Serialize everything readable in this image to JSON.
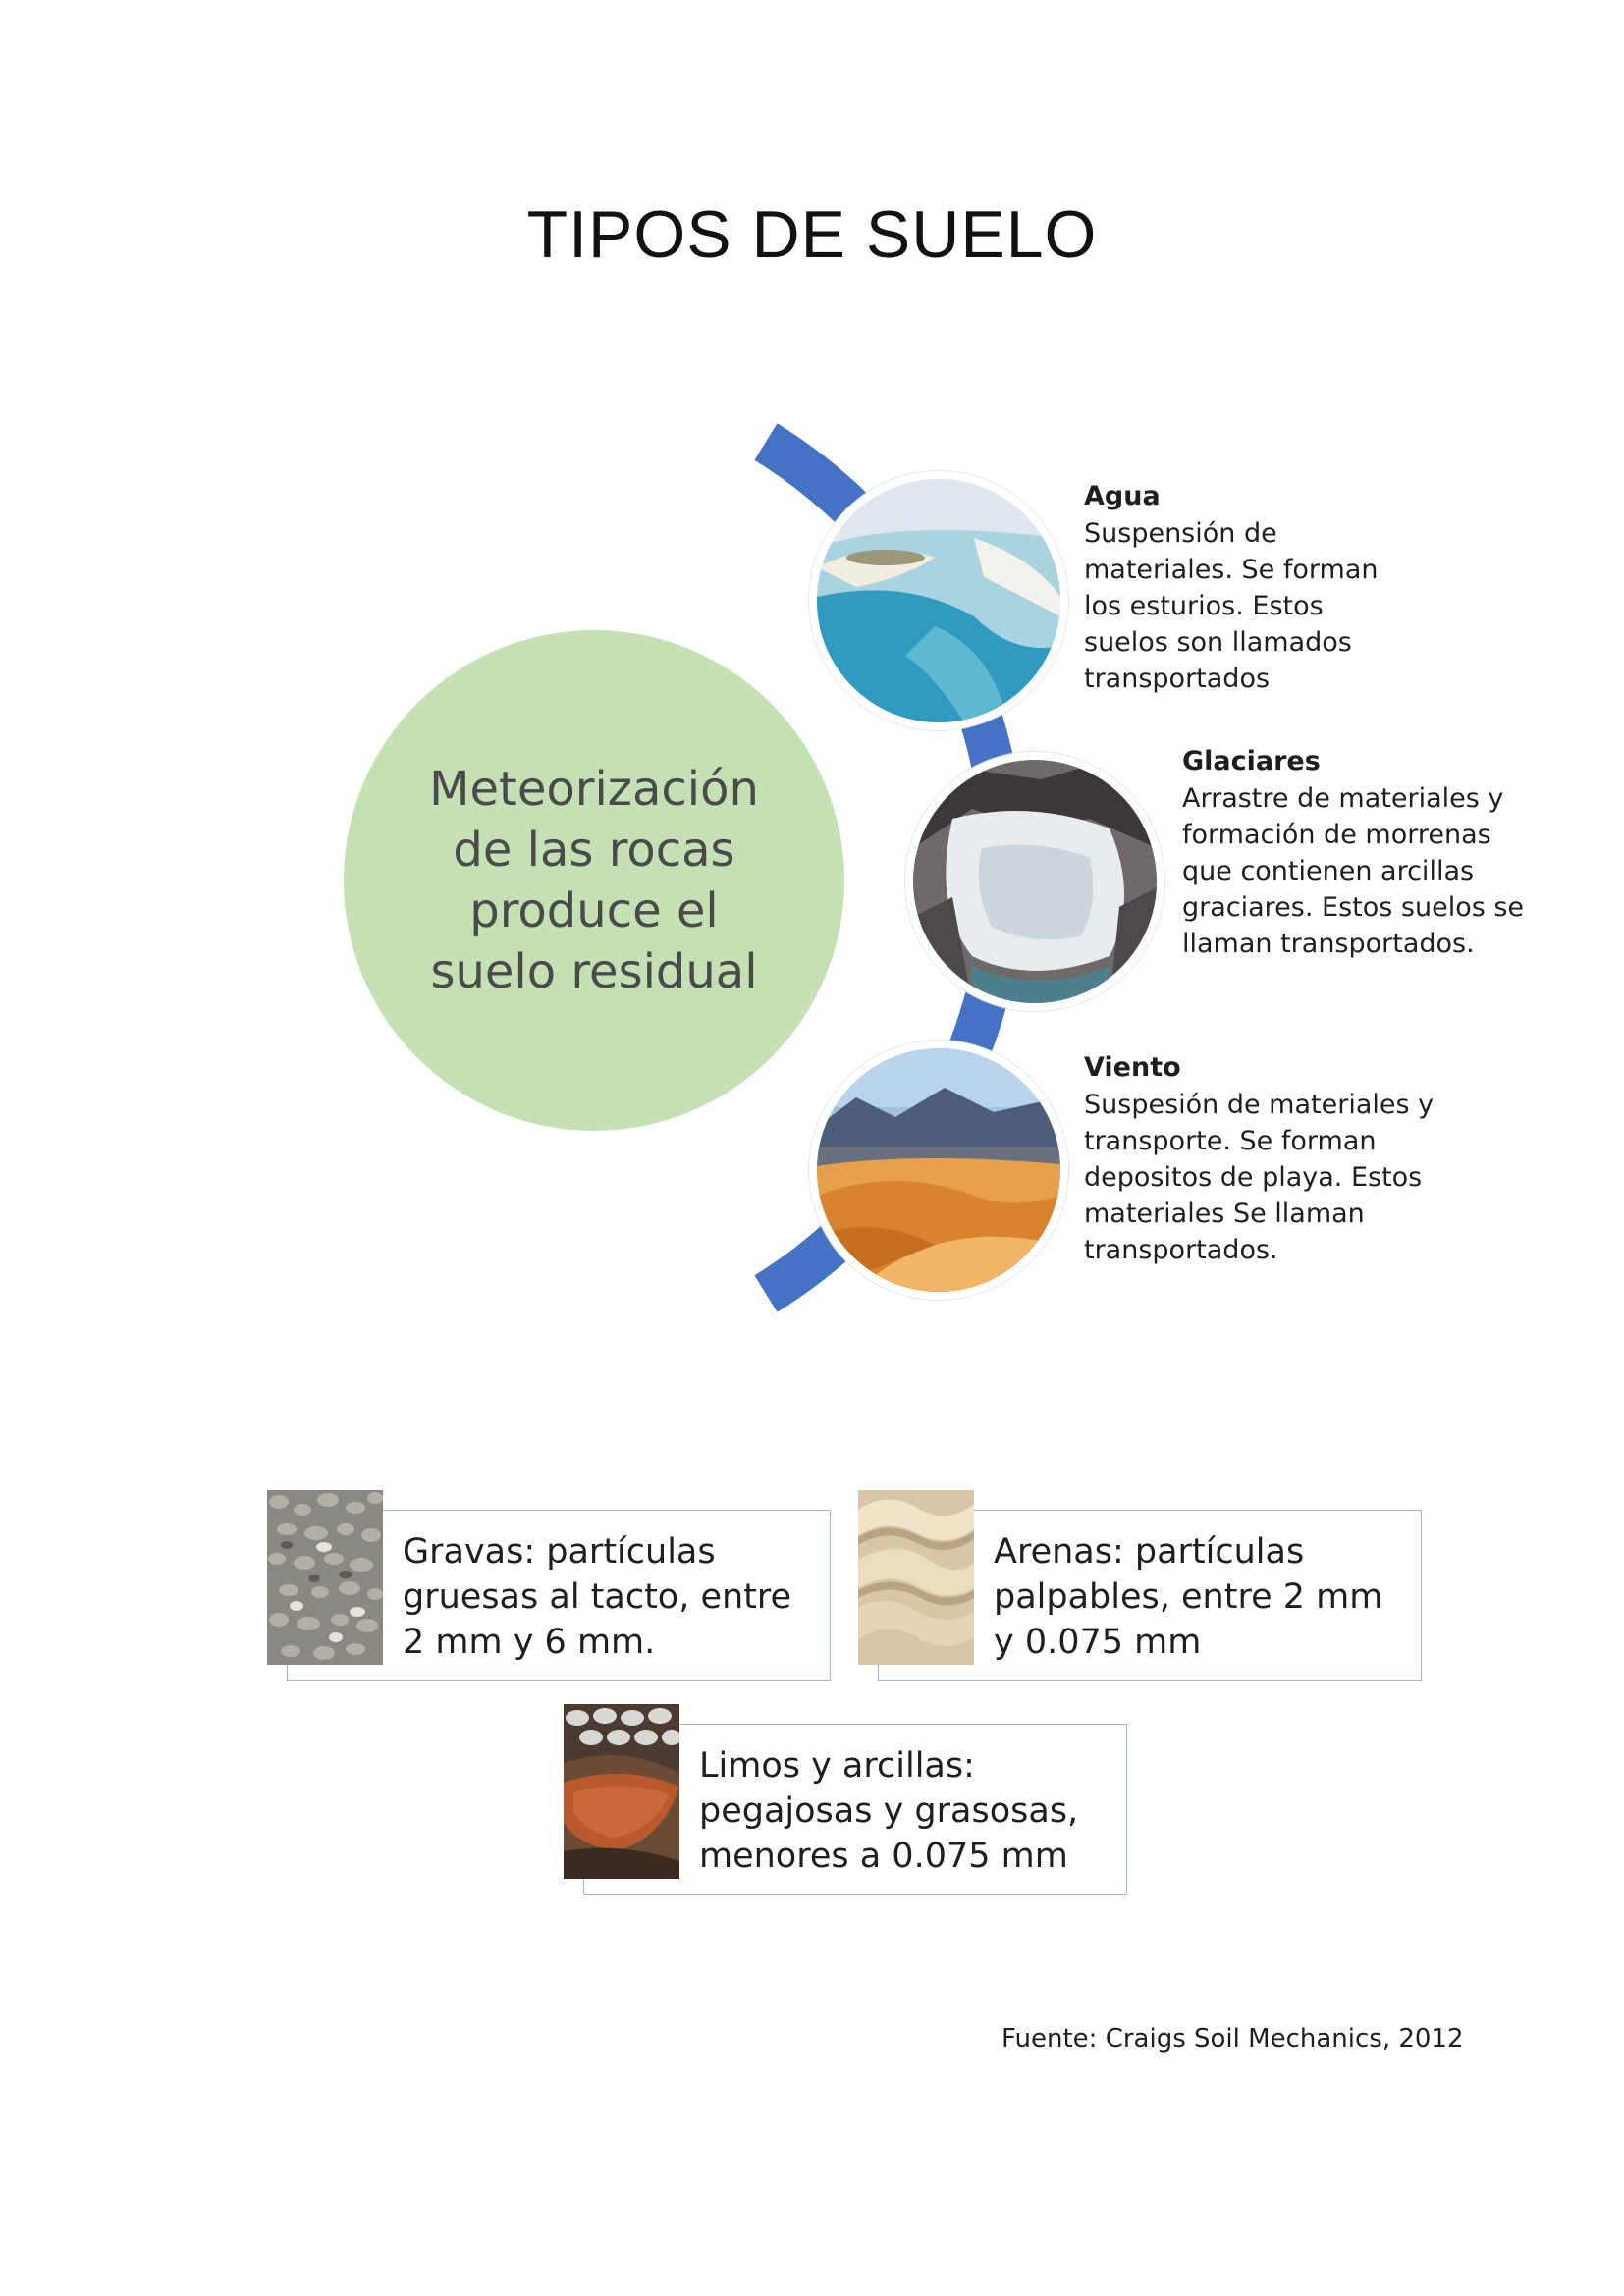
{
  "title": "TIPOS DE SUELO",
  "center": {
    "text": "Meteorización de las rocas produce el suelo residual",
    "color": "#c5e0b4"
  },
  "arc_color": "#4472c4",
  "agents": [
    {
      "title": "Agua",
      "text": "Suspensión de materiales. Se forman los esturios. Estos suelos son llamados transportados",
      "image": "water-estuary-photo"
    },
    {
      "title": "Glaciares",
      "text": "Arrastre de materiales y formación de morrenas que contienen arcillas graciares. Estos suelos se llaman transportados.",
      "image": "glacier-photo"
    },
    {
      "title": "Viento",
      "text": "Suspesión de materiales y transporte. Se forman depositos de playa. Estos materiales Se llaman transportados.",
      "image": "desert-dunes-photo"
    }
  ],
  "soil_types": [
    {
      "text": "Gravas: partículas gruesas al tacto, entre 2 mm y 6 mm.",
      "image": "gravel-photo"
    },
    {
      "text": "Arenas: partículas palpables, entre 2 mm y 0.075 mm",
      "image": "sand-photo"
    },
    {
      "text": "Limos y arcillas: pegajosas y grasosas, menores a 0.075 mm",
      "image": "clay-powder-photo"
    }
  ],
  "card_border_color": "#9db3d9",
  "source": "Fuente: Craigs Soil Mechanics, 2012"
}
